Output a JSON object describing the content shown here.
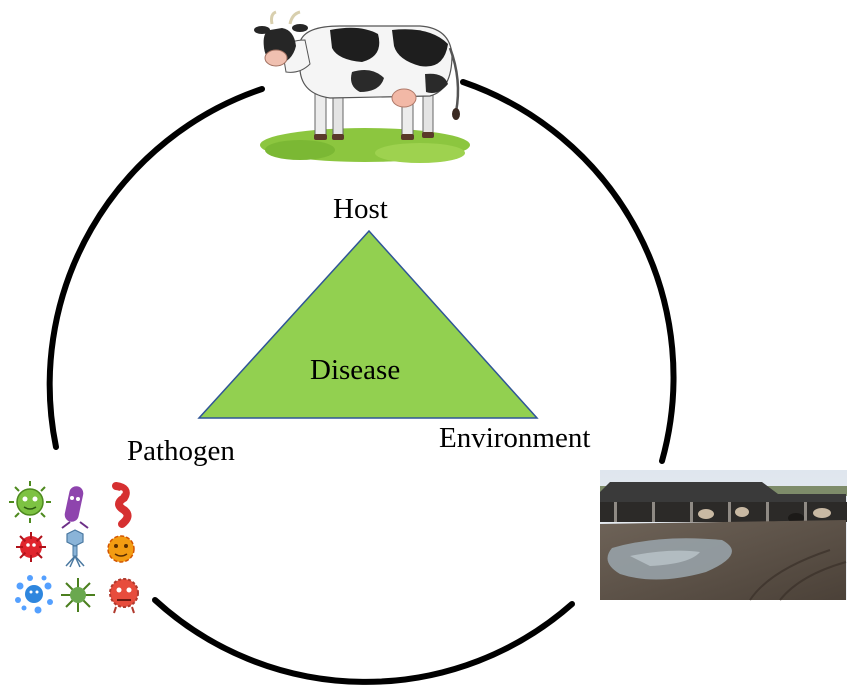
{
  "labels": {
    "host": "Host",
    "center": "Disease",
    "pathogen": "Pathogen",
    "environment": "Environment"
  },
  "colors": {
    "triangle_fill": "#92d050",
    "triangle_stroke": "#2f5597",
    "circle": "#000000",
    "text": "#000000"
  },
  "icons": {
    "host": "dairy-cow-illustration",
    "pathogen": "microbe-cartoon-grid",
    "environment": "cattle-farm-photo"
  }
}
